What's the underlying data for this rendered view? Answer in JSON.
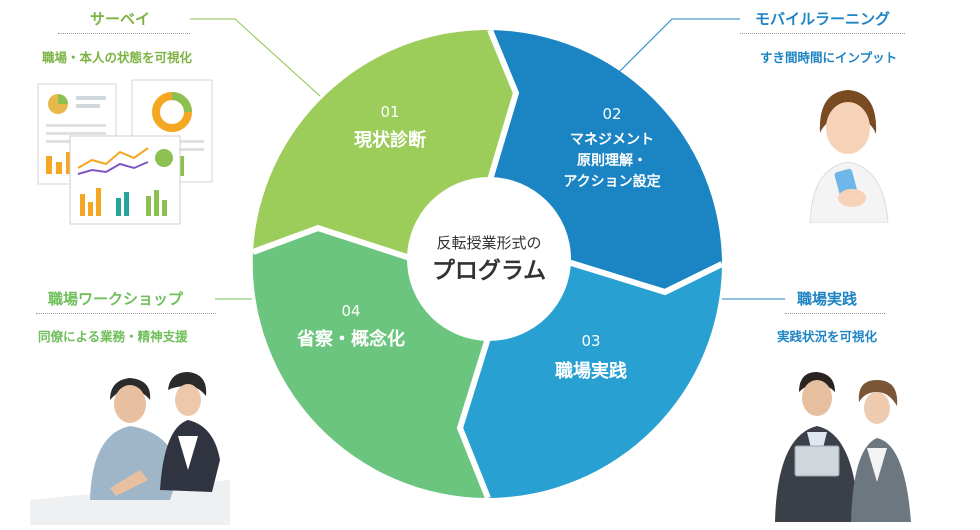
{
  "center": {
    "line1": "反転授業形式の",
    "line2": "プログラム"
  },
  "segments": [
    {
      "num": "01",
      "label_lines": [
        "現状診断"
      ],
      "color": "#9ccc5a"
    },
    {
      "num": "02",
      "label_lines": [
        "マネジメント",
        "原則理解・",
        "アクション設定"
      ],
      "color": "#1b84c3"
    },
    {
      "num": "03",
      "label_lines": [
        "職場実践"
      ],
      "color": "#29a0d2"
    },
    {
      "num": "04",
      "label_lines": [
        "省察・概念化"
      ],
      "color": "#6cc57e"
    }
  ],
  "callouts": {
    "survey": {
      "title": "サーベイ",
      "subtitle": "職場・本人の状態を可視化"
    },
    "mobile": {
      "title": "モバイルラーニング",
      "subtitle": "すき間時間にインプット"
    },
    "workshop": {
      "title": "職場ワークショップ",
      "subtitle": "同僚による業務・精神支援"
    },
    "practice": {
      "title": "職場実践",
      "subtitle": "実践状況を可視化"
    }
  }
}
